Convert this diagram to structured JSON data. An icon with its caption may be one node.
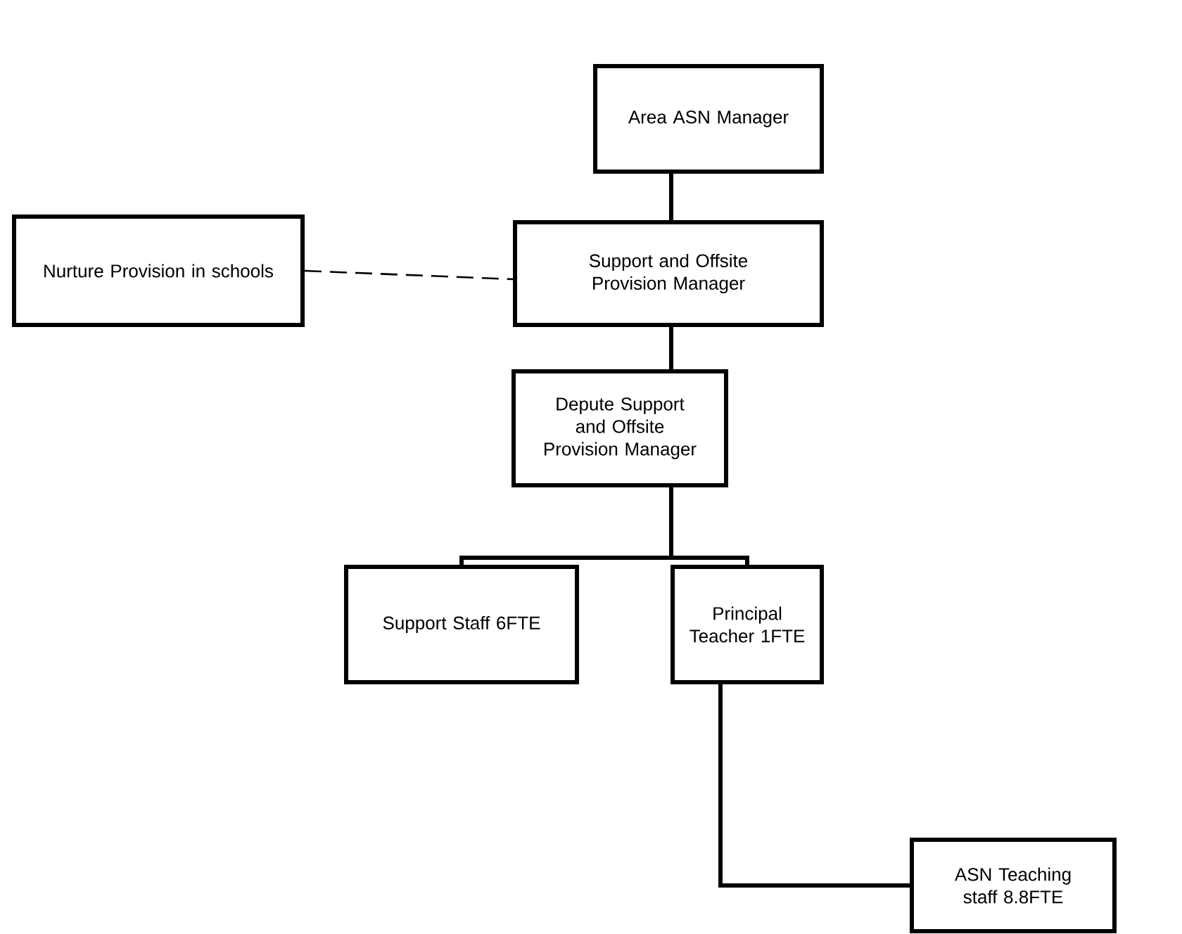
{
  "diagram": {
    "nodes": [
      {
        "text": [
          "Area ASN Manager"
        ]
      },
      {
        "text": [
          "Support and Offsite Provision Manager"
        ]
      },
      {
        "text": [
          "Nurture Provision in schools"
        ]
      },
      {
        "text": [
          "Depute Support and Offsite Provision Manager"
        ]
      },
      {
        "text": [
          "Support Staff  6FTE"
        ]
      },
      {
        "text": [
          "Principal Teacher 1FTE"
        ]
      },
      {
        "text": [
          "ASN Teaching staff 8.8FTE"
        ]
      }
    ],
    "edges": [
      {
        "from": 0,
        "to": 1,
        "arrow": "none"
      },
      {
        "from": 2,
        "to": 1,
        "arrow": "none",
        "style": "dashed"
      },
      {
        "from": 1,
        "to": 3,
        "arrow": "none"
      },
      {
        "from": 3,
        "to": 4,
        "arrow": "none"
      },
      {
        "from": 3,
        "to": 5,
        "arrow": "none"
      },
      {
        "from": 5,
        "to": 6,
        "arrow": "none"
      }
    ]
  }
}
